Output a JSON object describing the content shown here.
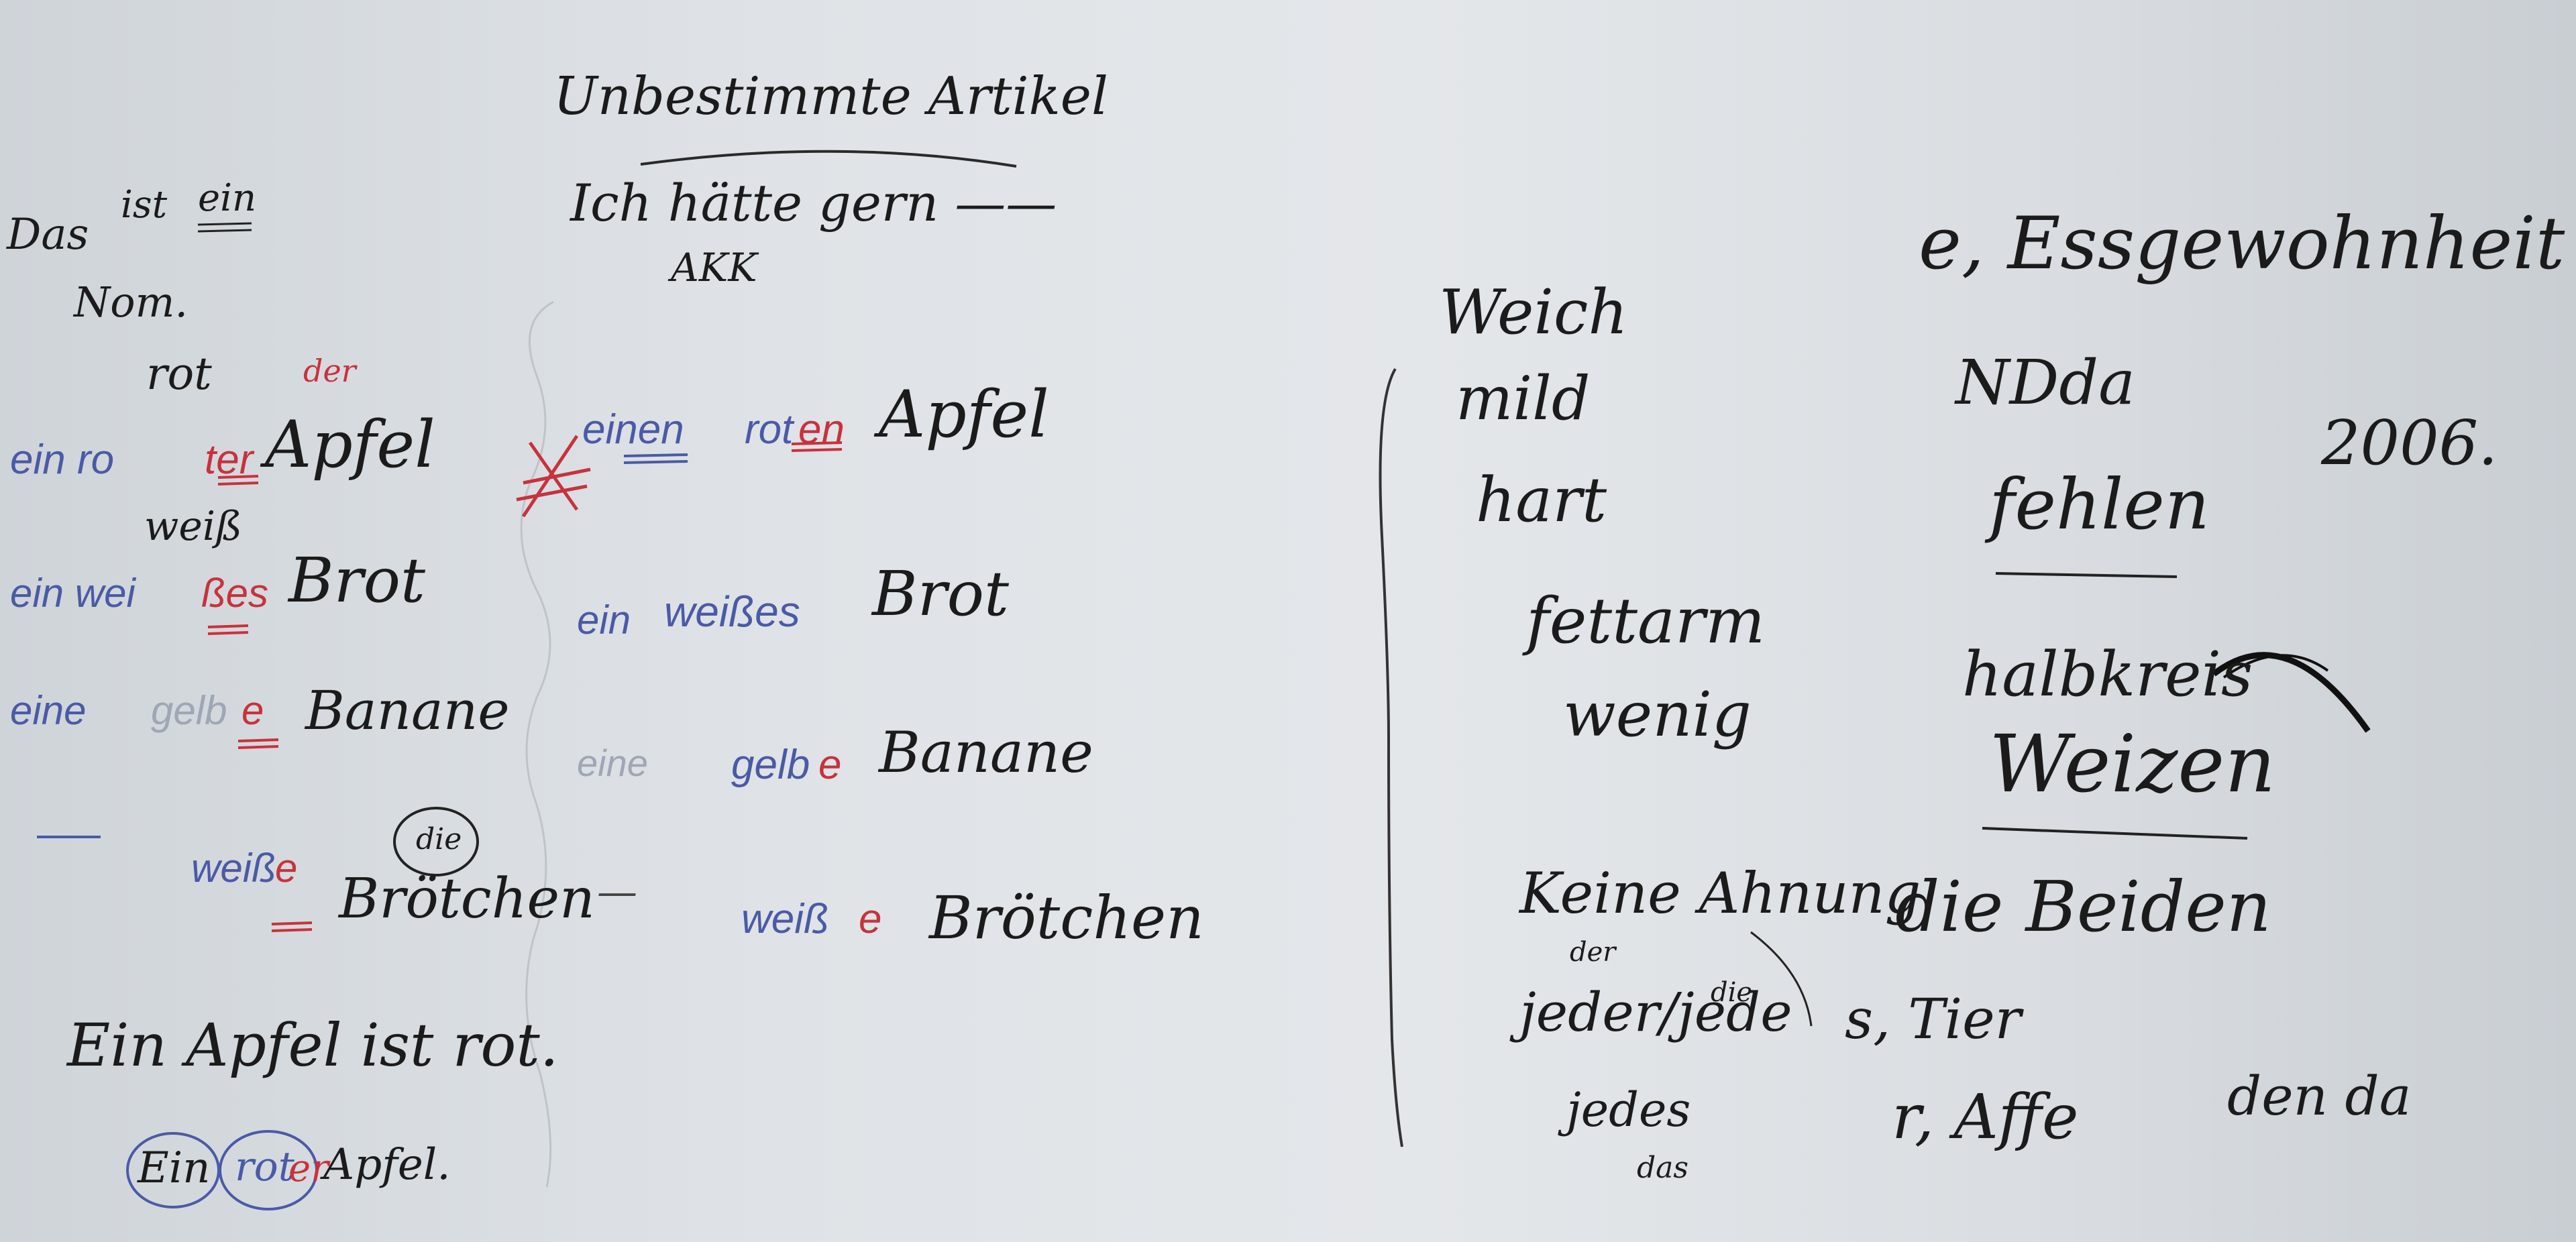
{
  "board": {
    "left": {
      "l1_das": "Das",
      "l1_ist": "ist",
      "l1_ein": "ein",
      "nom": "Nom.",
      "rot": "rot",
      "der": "der",
      "ein_roter_a": "ein ro",
      "ein_roter_b": "ter",
      "apfel1": "Apfel",
      "weiss": "weiß",
      "ein_weisses_a": "ein wei",
      "ein_weisses_b": "ßes",
      "brot1": "Brot",
      "eine1": "eine",
      "gelbe1a": "gelb",
      "gelbe1b": "e",
      "banane1": "Banane",
      "dash1": "—",
      "weisse1a": "weiß",
      "weisse1b": "e",
      "die1": "die",
      "broetchen1": "Brötchen",
      "ein_apfel_ist_rot": "Ein Apfel ist rot.",
      "ein_roter_apfel_a": "Ein",
      "ein_roter_apfel_b": "rot",
      "ein_roter_apfel_c": "er",
      "ein_roter_apfel_d": "Apfel."
    },
    "middle": {
      "heading": "Unbestimmte Artikel",
      "ich_haette": "Ich hätte gern ——",
      "akk": "AKK",
      "x_mark": "X",
      "einen": "einen",
      "roten_a": "rot",
      "roten_b": "en",
      "apfel2": "Apfel",
      "ein2": "ein",
      "weisses2": "weißes",
      "brot2": "Brot",
      "eine2": "eine",
      "gelbe2a": "gelb",
      "gelbe2b": "e",
      "banane2": "Banane",
      "dash2": "—",
      "weisse2a": "weiß",
      "weisse2b": "e",
      "broetchen2": "Brötchen"
    },
    "right": {
      "weich": "Weich",
      "mild": "mild",
      "hart": "hart",
      "fettarm": "fettarm",
      "wenig": "wenig",
      "keine_ahnung": "Keine Ahnung",
      "der": "der",
      "die": "die",
      "jeder_jede": "jeder/jede",
      "jedes": "jedes",
      "das": "das",
      "essgewohnheit": "e, Essgewohnheit",
      "nda": "NDda",
      "fehlen": "fehlen",
      "halbkreis": "halbkreis",
      "weizen": "Weizen",
      "die_beiden": "die Beiden",
      "s_tier": "s, Tier",
      "r_affe": "r, Affe",
      "den_da": "den da",
      "year": "2006."
    }
  },
  "colors": {
    "black": "#1b1b1b",
    "blue": "#4b5aa6",
    "red": "#c8323c",
    "board": "#dfe3e7"
  }
}
